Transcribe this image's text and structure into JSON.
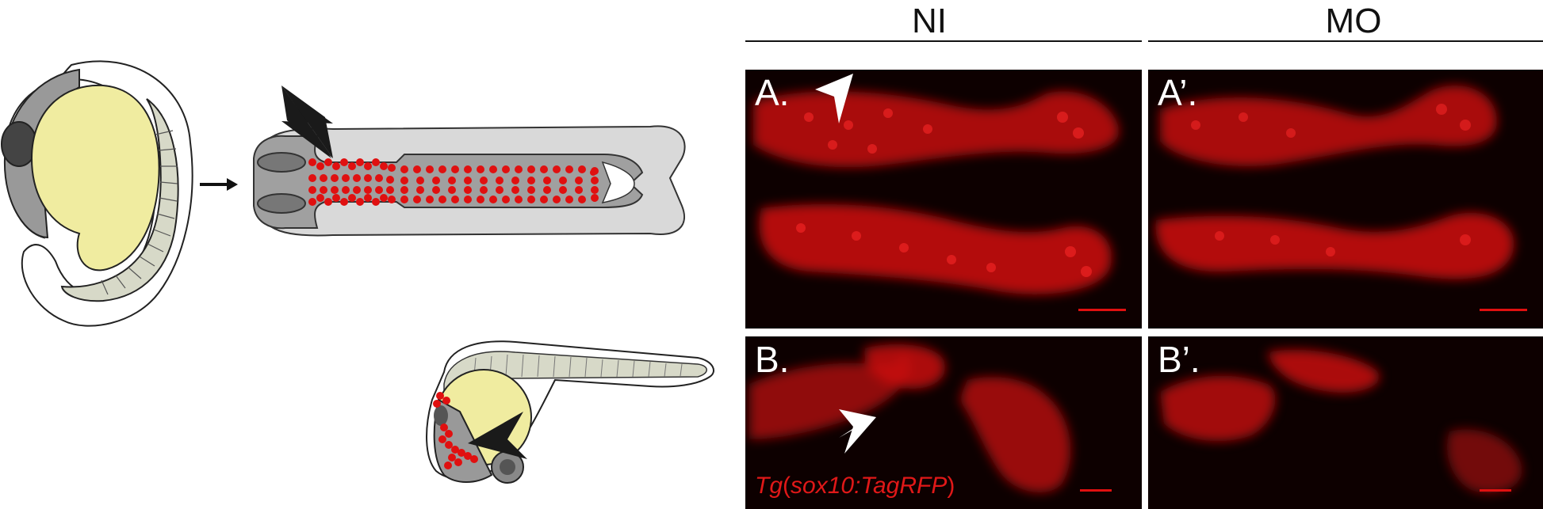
{
  "columns": [
    {
      "id": "ni",
      "label": "NI"
    },
    {
      "id": "mo",
      "label": "MO"
    }
  ],
  "panels": [
    {
      "id": "A",
      "label": "A."
    },
    {
      "id": "A-prime",
      "label": "A’."
    },
    {
      "id": "B",
      "label": "B."
    },
    {
      "id": "B-prime",
      "label": "B’."
    }
  ],
  "caption": {
    "prefix": "Tg",
    "open": "(",
    "gene": "sox10:TagRFP",
    "close": ")"
  },
  "colors": {
    "rfp": "#e01010",
    "yolk": "#f0eca0",
    "embryo_gray": "#9a9a9a",
    "embryo_light": "#cfcfcf",
    "somite": "#d7d9c8",
    "arrowhead_dark": "#1a1a1a",
    "arrowhead_white": "#ffffff"
  }
}
